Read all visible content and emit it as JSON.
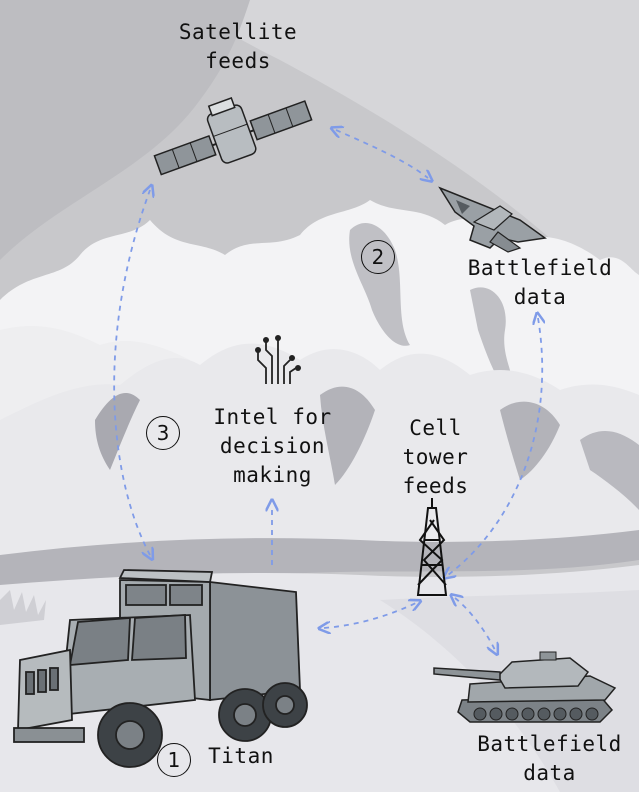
{
  "labels": {
    "satellite": [
      "Satellite",
      "feeds"
    ],
    "battlefield_air": [
      "Battlefield",
      "data"
    ],
    "intel": [
      "Intel for",
      "decision",
      "making"
    ],
    "cell_tower": [
      "Cell",
      "tower",
      "feeds"
    ],
    "titan": "Titan",
    "battlefield_ground": [
      "Battlefield",
      "data"
    ]
  },
  "steps": {
    "one": "1",
    "two": "2",
    "three": "3"
  },
  "colors": {
    "arrow": "#7f9be8",
    "sky": "#c9c9cc",
    "ground": "#e6e6ea",
    "vehicle": "#9aa0a4"
  },
  "icons": [
    "satellite-icon",
    "fighter-jet-icon",
    "circuit-icon",
    "cell-tower-icon",
    "tank-icon",
    "truck-icon"
  ]
}
